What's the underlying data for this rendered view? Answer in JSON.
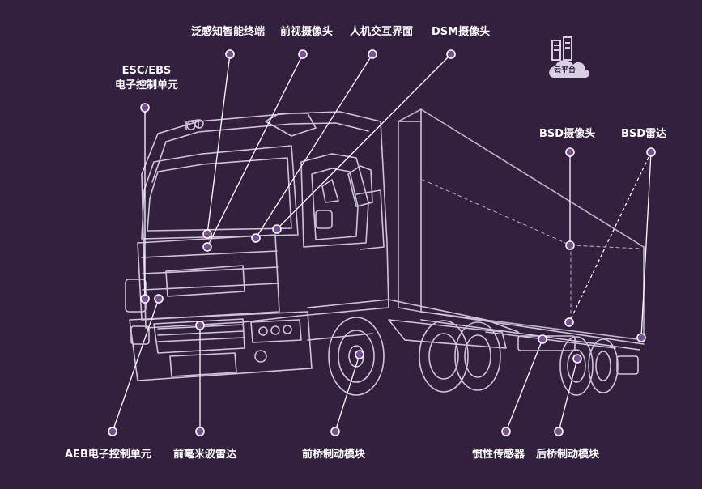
{
  "labels": {
    "pan_sensing_terminal": "泛感知智能终端",
    "front_camera": "前视摄像头",
    "hmi": "人机交互界面",
    "dsm_camera": "DSM摄像头",
    "esc_ebs_line1": "ESC/EBS",
    "esc_ebs_line2": "电子控制单元",
    "bsd_camera": "BSD摄像头",
    "bsd_radar": "BSD雷达",
    "aeb_ecu": "AEB电子控制单元",
    "front_mmw_radar": "前毫米波雷达",
    "front_axle_brake": "前桥制动模块",
    "inertial_sensor": "惯性传感器",
    "rear_axle_brake": "后桥制动模块"
  },
  "cloud": {
    "label": "云平台",
    "icon": "cloud-server-icon"
  },
  "colors": {
    "background": "#33203f",
    "line": "#d9cfe2",
    "dot_fill": "#7a4f96",
    "dot_stroke": "#ffffff"
  }
}
